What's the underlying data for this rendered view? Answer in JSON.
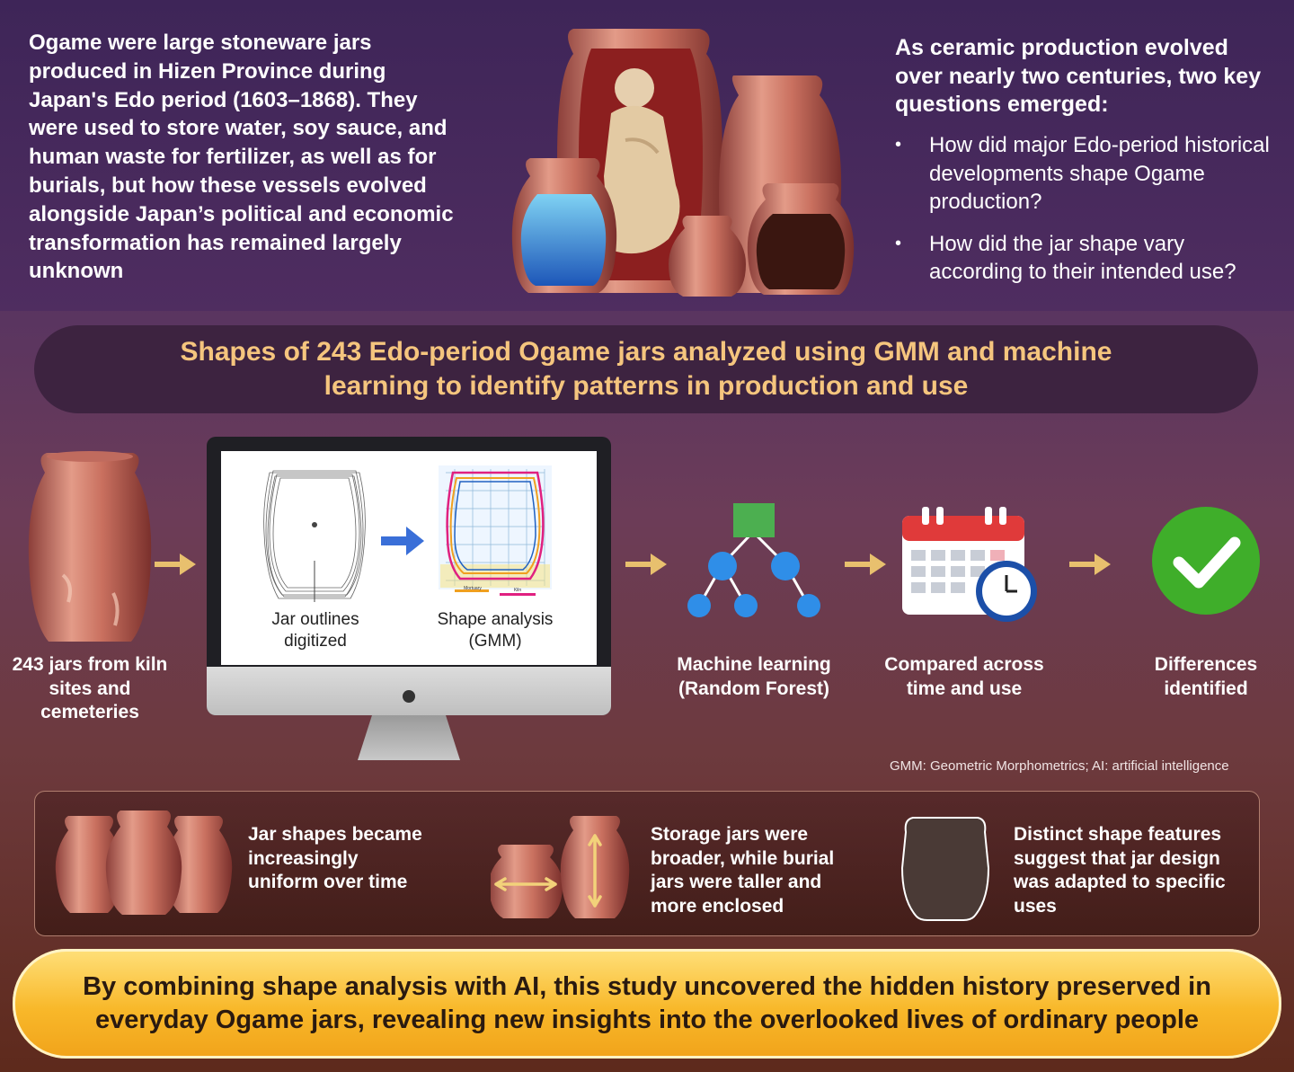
{
  "intro_text": "Ogame were large stoneware jars produced in Hizen Province during Japan's Edo period (1603–1868). They were used to store water, soy sauce, and human waste for fertilizer, as well as for burials, but how these vessels evolved alongside Japan’s political and economic transformation has remained largely unknown",
  "questions": {
    "title": "As ceramic production evolved over nearly two centuries, two key questions emerged:",
    "items": [
      "How did major Edo-period historical developments shape Ogame production?",
      "How did the jar shape vary according to their intended use?"
    ]
  },
  "headline": "Shapes of 243 Edo-period Ogame jars analyzed using GMM and machine learning to identify patterns in production and use",
  "pipeline": {
    "step1": "243 jars from kiln sites and cemeteries",
    "screen_left": "Jar outlines digitized",
    "screen_right": "Shape analysis (GMM)",
    "legend_mortuary": "Mortuary",
    "legend_kiln": "Kiln",
    "step3": "Machine learning (Random Forest)",
    "step4": "Compared across time and use",
    "step5": "Differences identified"
  },
  "footnote": "GMM: Geometric Morphometrics; AI: artificial intelligence",
  "results": [
    "Jar shapes became increasingly uniform over time",
    "Storage jars were broader, while burial jars were taller and more enclosed",
    "Distinct shape features suggest that jar design was adapted to specific uses"
  ],
  "conclusion": "By combining shape analysis with AI, this study uncovered the hidden history preserved in everyday Ogame jars, revealing new insights into the overlooked lives of ordinary people",
  "colors": {
    "accent_gold": "#f5c57e",
    "arrow_gold": "#e8c06e",
    "check_green": "#3fae2a",
    "node_blue": "#2f8ee8",
    "node_green": "#4caf50",
    "calendar_red": "#e03a3a"
  }
}
